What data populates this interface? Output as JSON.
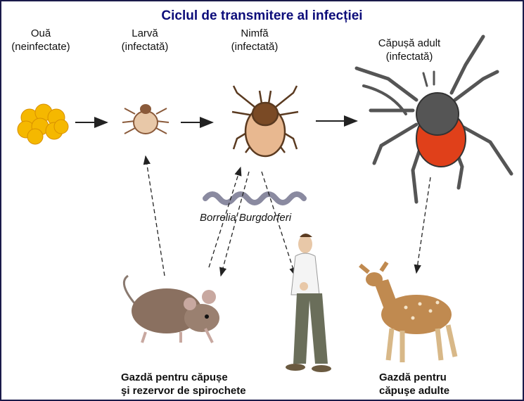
{
  "title": "Ciclul de transmitere al infecției",
  "stages": [
    {
      "name": "Ouă",
      "status": "(neinfectate)"
    },
    {
      "name": "Larvă",
      "status": "(infectată)"
    },
    {
      "name": "Nimfă",
      "status": "(infectată)"
    },
    {
      "name": "Căpușă adult",
      "status": "(infectată)"
    }
  ],
  "bacterium": "Borrelia Burgdorferi",
  "hosts": {
    "mouse_caption_1": "Gazdă pentru căpușe",
    "mouse_caption_2": "şi rezervor de spirochete",
    "deer_caption_1": "Gazdă pentru",
    "deer_caption_2": "căpuşe adulte"
  },
  "colors": {
    "title": "#0d0d7a",
    "frame": "#1a1a4a",
    "eggs": "#f5b800",
    "tick_body": "#c8a070",
    "adult_abdomen": "#e0401a"
  }
}
